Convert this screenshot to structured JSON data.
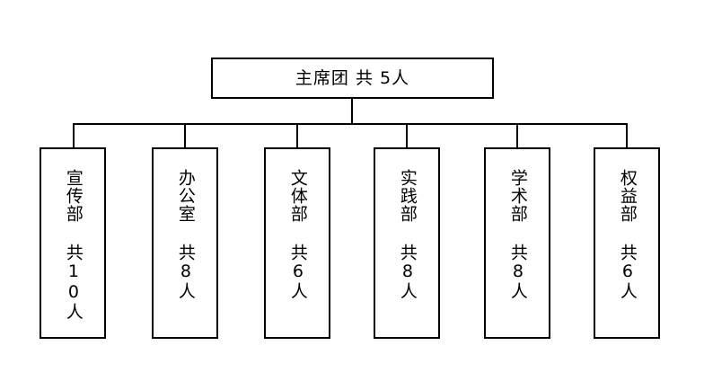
{
  "diagram": {
    "title_text": "",
    "colors": {
      "background": "#ffffff",
      "line": "#000000",
      "text": "#000000",
      "box_fill": "#ffffff"
    },
    "root": {
      "label": "主席团 共 5人",
      "name": "主席团",
      "count_label": "共 5人",
      "count": 5
    },
    "children": [
      {
        "label": "宣传部 共10人",
        "name": "宣传部",
        "count_label": "共10人",
        "count": 10
      },
      {
        "label": "办公室 共8人",
        "name": "办公室",
        "count_label": "共8人",
        "count": 8
      },
      {
        "label": "文体部 共6人",
        "name": "文体部",
        "count_label": "共6人",
        "count": 6
      },
      {
        "label": "实践部 共8人",
        "name": "实践部",
        "count_label": "共8人",
        "count": 8
      },
      {
        "label": "学术部 共8人",
        "name": "学术部",
        "count_label": "共8人",
        "count": 8
      },
      {
        "label": "权益部 共6人",
        "name": "权益部",
        "count_label": "共6人",
        "count": 6
      }
    ]
  }
}
